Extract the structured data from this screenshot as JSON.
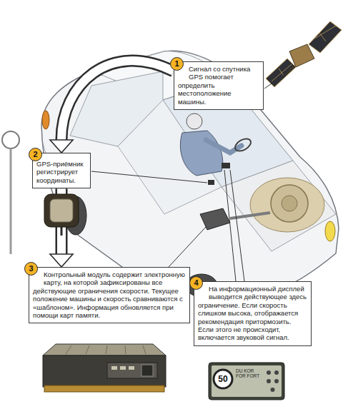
{
  "diagram": {
    "nodes": [
      {
        "text": [
          "Сигнал со спутника GPS помогает определить местоположение машины."
        ]
      },
      {
        "text": [
          "GPS-приёмник регистрирует координаты."
        ]
      },
      {
        "text": [
          "Контрольный модуль содержит электронную карту, на которой зафиксированы все действующие ограничения скорости. Текущее положение машины и скорость сравниваются с «шаблоном». Информация обновляется при помощи карт памяти."
        ]
      },
      {
        "text": [
          "На информационный дисплей выводится действующее здесь ограничение. Если скорость слишком высока, отображается рекомендация притормозить. Если этого не происходит, включается звуковой сигнал."
        ]
      }
    ],
    "edges": [
      {
        "from": 0,
        "to": 1,
        "arrow": "to"
      },
      {
        "from": 1,
        "to": 2,
        "arrow": "to"
      }
    ],
    "labels": [
      "1",
      "2",
      "3",
      "4",
      "50",
      "DU KOR FOR FORT"
    ]
  }
}
